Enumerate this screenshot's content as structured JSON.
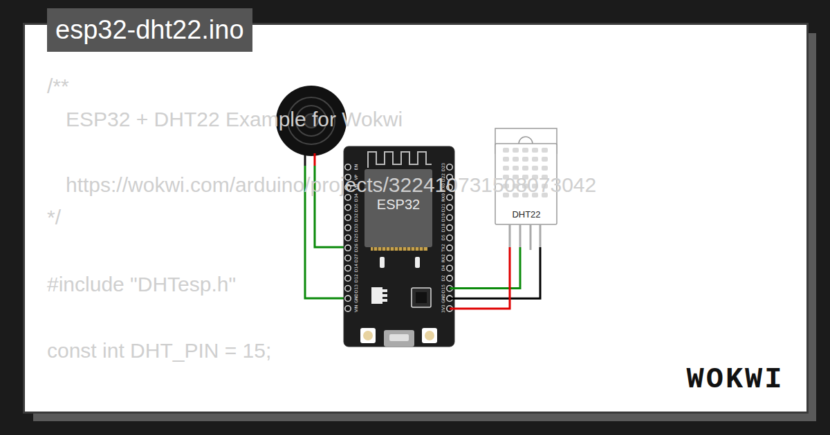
{
  "diagram": {
    "title": "esp32-dht22.ino",
    "nodes": [
      {
        "text": [
          "ESP32"
        ]
      },
      {
        "text": [
          "DHT22"
        ]
      }
    ],
    "edges": [
      {
        "from": 0,
        "to": 1,
        "arrow": "none"
      },
      {
        "from": 0,
        "to": 1,
        "arrow": "none"
      },
      {
        "from": 0,
        "to": 1,
        "arrow": "none"
      }
    ],
    "labels": [
      "/**",
      "ESP32 + DHT22 Example for Wokwi",
      "https://wokwi.com/arduino/projects/322410731508073042",
      "*/",
      "#include \"DHTesp.h\"",
      "const int DHT_PIN = 15;",
      "EN",
      "VP",
      "VN",
      "D34",
      "D35",
      "D32",
      "D33",
      "D25",
      "D26",
      "D27",
      "D14",
      "D12",
      "D13",
      "GND",
      "VIN",
      "D23",
      "D22",
      "TX0",
      "RX0",
      "D21",
      "D19",
      "D18",
      "D5",
      "TX2",
      "RX2",
      "D4",
      "D2",
      "D15",
      "GND",
      "3V3",
      "WOKWI"
    ]
  }
}
